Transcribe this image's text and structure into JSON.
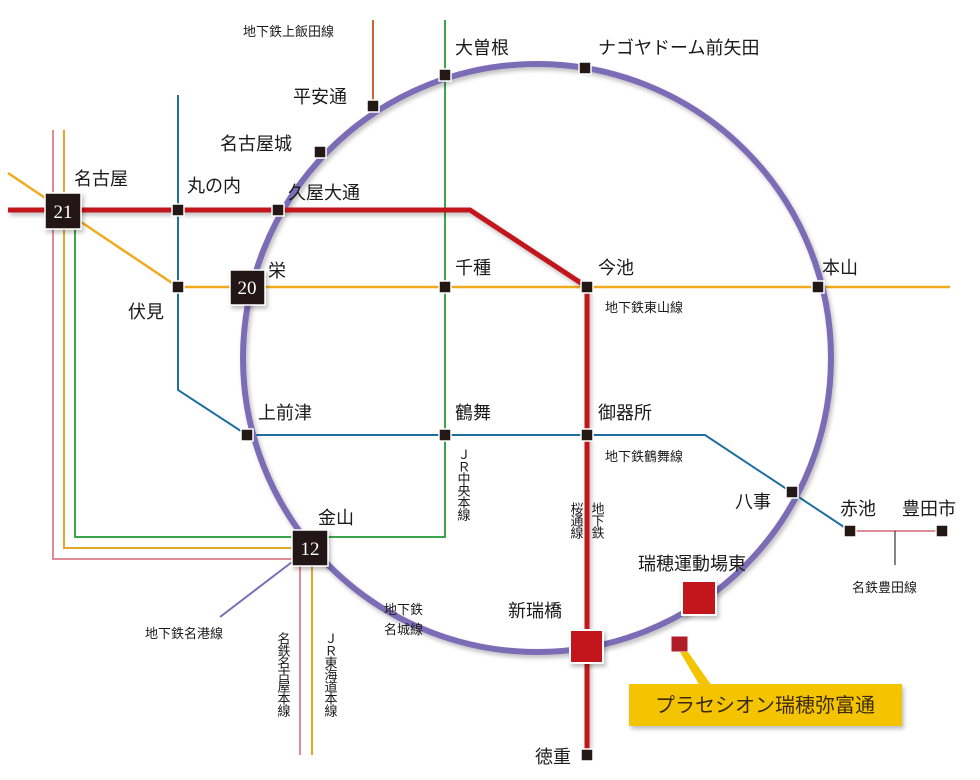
{
  "colors": {
    "meijo": "#7a6db5",
    "sakuradori": "#c3161f",
    "higashiyama": "#efab1d",
    "tsurumai": "#1f6f9e",
    "jr_chuo": "#3aa64a",
    "kamiiida": "#c8672c",
    "meitetsu": "#e08c98",
    "jr_tokaido": "#e5a72a",
    "callout": "#f5c400",
    "property": "#c3161f"
  },
  "lines": {
    "kamiiida": "地下鉄上飯田線",
    "higashiyama": "地下鉄東山線",
    "tsurumai": "地下鉄鶴舞線",
    "jr_chuo": "ＪＲ中央本線",
    "sakuradori_a": "地下鉄",
    "sakuradori_b": "桜通線",
    "meiko": "地下鉄名港線",
    "meijo_a": "地下鉄",
    "meijo_b": "名城線",
    "meitetsu_nagoya": "名鉄名古屋本線",
    "jr_tokaido": "ＪＲ東海道本線",
    "meitetsu_toyota": "名鉄豊田線"
  },
  "stations": {
    "ozone": "大曽根",
    "nagoya_dome": "ナゴヤドーム前矢田",
    "heian_dori": "平安通",
    "nagoya_jo": "名古屋城",
    "nagoya": "名古屋",
    "nagoya_num": "21",
    "marunouchi": "丸の内",
    "hisaya_odori": "久屋大通",
    "fushimi": "伏見",
    "sakae": "栄",
    "sakae_num": "20",
    "chikusa": "千種",
    "imaike": "今池",
    "motoyama": "本山",
    "kamimaezu": "上前津",
    "tsurumai": "鶴舞",
    "gokiso": "御器所",
    "yagoto": "八事",
    "akaike": "赤池",
    "toyotashi": "豊田市",
    "kanayama": "金山",
    "kanayama_num": "12",
    "mizuho_undojo_higashi": "瑞穂運動場東",
    "aratamabashi": "新瑞橋",
    "tokushige": "徳重"
  },
  "property": {
    "name": "プラセシオン瑞穂弥富通"
  }
}
